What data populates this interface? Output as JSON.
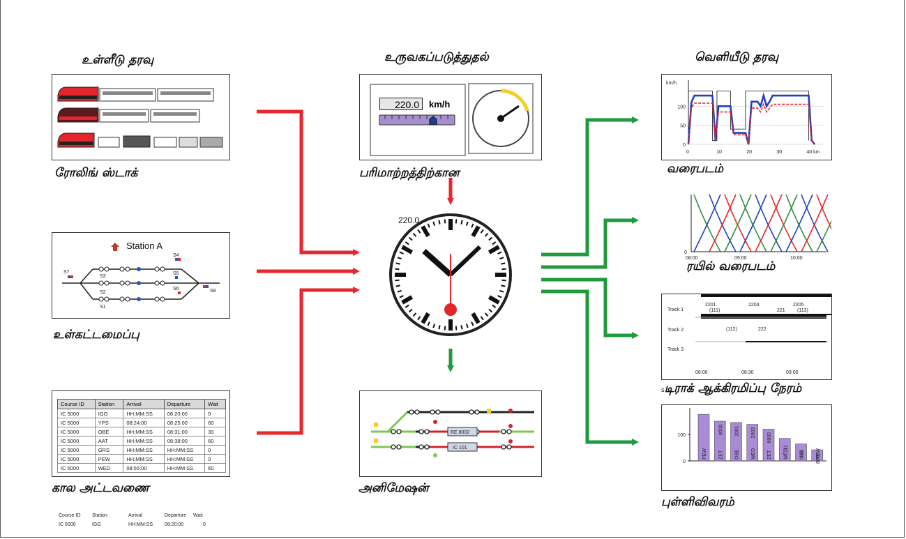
{
  "input": {
    "heading": "உள்ளீடு தரவு",
    "rolling_label": "ரோலிங் ஸ்டாக்",
    "infra_label": "உள்கட்டமைப்பு",
    "infra_station": "Station A",
    "signals": [
      "S1",
      "S2",
      "S3",
      "S4",
      "S5",
      "S6",
      "S7",
      "S8"
    ],
    "timetable_label": "கால அட்டவணை",
    "timetable": {
      "headers": [
        "Course ID",
        "Station",
        "Arrival",
        "Departure",
        "Wait"
      ],
      "rows": [
        [
          "IC 5000",
          "IGG",
          "HH:MM:SS",
          "08:20:00",
          "0"
        ],
        [
          "IC 5000",
          "YPS",
          "08:24:00",
          "08:25:00",
          "60"
        ],
        [
          "IC 5000",
          "OBE",
          "HH:MM:SS",
          "08:31:00",
          "30"
        ],
        [
          "IC 5000",
          "AAT",
          "HH:MM:SS",
          "08:38:00",
          "60"
        ],
        [
          "IC 5000",
          "GRS",
          "HH:MM:SS",
          "HH:MM:SS",
          "0"
        ],
        [
          "IC 5000",
          "PEW",
          "HH:MM:SS",
          "HH:MM:SS",
          "0"
        ],
        [
          "IC 5000",
          "WED",
          "08:55:00",
          "HH:MM:SS",
          "60"
        ]
      ],
      "mini_headers": [
        "Course ID",
        "Station",
        "Arrival",
        "Departure",
        "Wait"
      ],
      "mini_row": [
        "IC 5000",
        "IGG",
        "HH:MM:SS",
        "08:20:00",
        "0"
      ]
    }
  },
  "modeling": {
    "heading": "உருவகப்படுத்துதல்",
    "conversion_label": "பரிமாற்றத்திற்கான",
    "speed_value": "220.0",
    "speed_unit": "km/h",
    "gauge_ticks": [
      "0",
      "50",
      "100",
      "150",
      "200",
      "250",
      "300"
    ],
    "clock_value": "220.0",
    "animation_label": "அனிமேஷன்",
    "animation_trains": [
      "RE 8002",
      "IC 101"
    ]
  },
  "output": {
    "heading": "வெளியீடு தரவு",
    "graph_label": "வரைபடம்",
    "speed_chart": {
      "ylabel": "km/h",
      "yticks": [
        "0",
        "50",
        "100"
      ],
      "xticks": [
        "0",
        "10",
        "20",
        "30",
        "40 km"
      ]
    },
    "train_graph_label": "ரயில் வரைபடம்",
    "train_graph": {
      "yticks": [
        "0"
      ],
      "xticks": [
        "08:00",
        "09:00",
        "10:00"
      ]
    },
    "occupancy_label": "டிராக் ஆக்கிரமிப்பு நேரம்",
    "occupancy_prefix": "s",
    "occupancy": {
      "tracks": [
        "Track 1",
        "Track 2",
        "Track 3"
      ],
      "trains_top": [
        "2201",
        "2203",
        "2205"
      ],
      "trains_sub": [
        "(111)",
        "221",
        "(113)"
      ],
      "track2": [
        "(112)",
        "222"
      ],
      "xticks": [
        "08:00",
        "08:30",
        "09:00"
      ]
    },
    "stats_label": "புள்ளிவிவரம்",
    "stats_chart": {
      "yticks": [
        "0",
        "100"
      ],
      "categories": [
        "PEW",
        "ZET",
        "OBE",
        "WED",
        "ZET",
        "WED",
        "IGG",
        "PEW"
      ],
      "bar_labels": [
        "8000",
        "2001",
        "2003",
        "8002",
        "111",
        "103",
        "8002"
      ],
      "values": [
        176,
        150,
        145,
        138,
        120,
        85,
        64,
        42
      ]
    }
  },
  "colors": {
    "input_arrow": "#e8262b",
    "output_arrow": "#1f9a3c",
    "accent": "#8a55c0",
    "bar": "#a98bd6"
  },
  "chart_data": [
    {
      "type": "line",
      "title": "",
      "xlabel": "",
      "ylabel": "km/h",
      "xlim": [
        0,
        45
      ],
      "ylim": [
        0,
        150
      ],
      "series": [
        {
          "x": [
            0,
            1,
            2,
            8,
            9,
            10,
            14,
            15,
            16,
            19,
            20,
            21,
            23,
            24,
            25,
            26,
            27,
            28,
            40,
            41,
            42
          ],
          "values": [
            0,
            110,
            128,
            128,
            10,
            100,
            100,
            30,
            30,
            30,
            0,
            112,
            112,
            100,
            128,
            100,
            112,
            128,
            128,
            10,
            0
          ]
        },
        {
          "x": [
            0,
            1,
            2,
            8,
            9,
            10,
            14,
            15,
            16,
            19,
            20,
            21,
            23,
            24,
            25,
            26,
            27,
            28,
            40,
            41,
            42
          ],
          "values": [
            0,
            95,
            108,
            108,
            8,
            85,
            85,
            25,
            25,
            25,
            0,
            95,
            95,
            85,
            105,
            85,
            95,
            105,
            105,
            8,
            0
          ]
        }
      ]
    },
    {
      "type": "bar",
      "categories": [
        "PEW",
        "ZET",
        "OBE",
        "WED",
        "ZET",
        "WED",
        "IGG",
        "PEW"
      ],
      "values": [
        176,
        150,
        145,
        138,
        120,
        85,
        64,
        42
      ],
      "ylim": [
        0,
        200
      ]
    }
  ]
}
